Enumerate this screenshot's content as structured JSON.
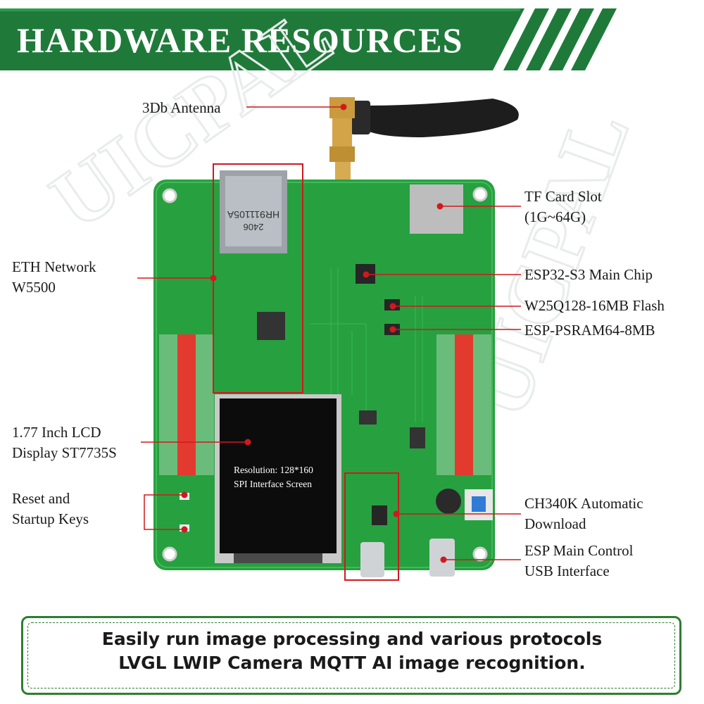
{
  "header": {
    "title": "HARDWARE RESOURCES"
  },
  "labels": {
    "antenna": "3Db Antenna",
    "tf_card_line1": "TF Card Slot",
    "tf_card_line2": "(1G~64G)",
    "eth_line1": "ETH Network",
    "eth_line2": "W5500",
    "esp32_chip": "ESP32-S3 Main Chip",
    "flash": "W25Q128-16MB Flash",
    "psram": "ESP-PSRAM64-8MB",
    "lcd_line1": "1.77 Inch LCD",
    "lcd_line2": "Display ST7735S",
    "keys_line1": "Reset and",
    "keys_line2": "Startup Keys",
    "ch340_line1": "CH340K Automatic",
    "ch340_line2": "Download",
    "usb_line1": "ESP Main Control",
    "usb_line2": "USB Interface"
  },
  "screen": {
    "line1": "Resolution: 128*160",
    "line2": "SPI Interface Screen"
  },
  "footer": {
    "line1": "Easily run image processing and various protocols",
    "line2": "LVGL LWIP Camera MQTT AI image recognition."
  },
  "colors": {
    "brand_green": "#1f7a3a",
    "pcb_green": "#27a040",
    "callout_red": "#d0191f",
    "header_red": "#e8302c"
  }
}
